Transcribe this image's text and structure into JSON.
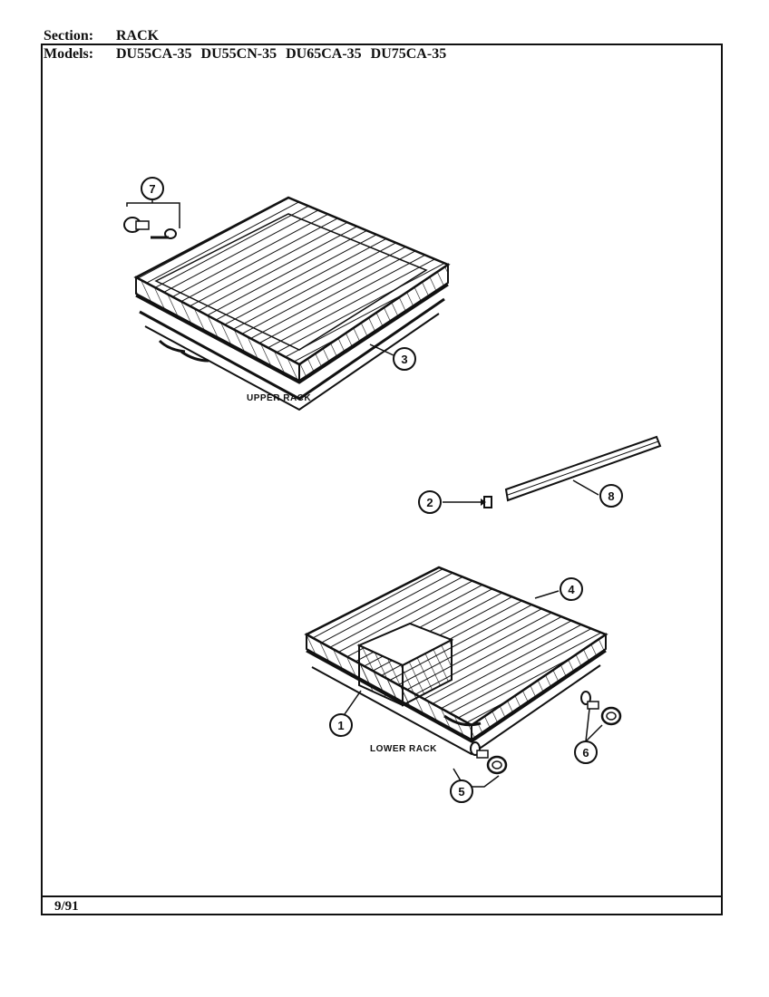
{
  "header": {
    "section_label": "Section:",
    "section_value": "RACK",
    "models_label": "Models:",
    "models": [
      "DU55CA-35",
      "DU55CN-35",
      "DU65CA-35",
      "DU75CA-35"
    ]
  },
  "captions": {
    "upper_rack": "UPPER RACK",
    "lower_rack": "LOWER RACK"
  },
  "callouts": [
    "1",
    "2",
    "3",
    "4",
    "5",
    "6",
    "7",
    "8"
  ],
  "footer": {
    "date": "9/91"
  }
}
